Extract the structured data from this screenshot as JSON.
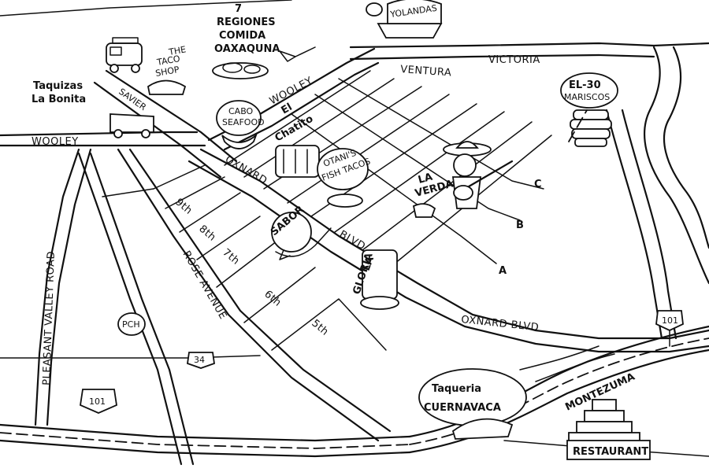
{
  "streets": {
    "wooley_west": "WOOLEY",
    "wooley_east": "WOOLEY",
    "saviers": "SAVIER",
    "ventura": "VENTURA",
    "victoria": "VICTORIA",
    "oxnard_upper": "OXNARD",
    "oxnard_blvd": "BLVD",
    "oxnard_blvd_lower": "OXNARD BLVD",
    "rose_avenue": "ROSE AVENUE",
    "pleasant_valley_road": "PLEASANT VALLEY ROAD",
    "ninth": "9th",
    "eighth": "8th",
    "seventh": "7th",
    "sixth": "6th",
    "fifth": "5th",
    "a": "A",
    "b": "B",
    "c": "C"
  },
  "shields": {
    "pch": "PCH",
    "route34": "34",
    "us101_west": "101",
    "us101_east": "101"
  },
  "places": {
    "siete_regiones": {
      "line1": "7",
      "line2": "REGIONES",
      "line3": "COMIDA",
      "line4": "OAXAQUNA"
    },
    "yolandas": "YOLANDAS",
    "taco_shop": {
      "line1": "THE",
      "line2": "TACO",
      "line3": "SHOP"
    },
    "taquizas": {
      "line1": "Taquizas",
      "line2": "La Bonita"
    },
    "cabo_seafood": {
      "line1": "CABO",
      "line2": "SEAFOOD"
    },
    "el_chatito": {
      "line1": "El",
      "line2": "Chatito"
    },
    "otanis": {
      "line1": "OTANI'S",
      "line2": "FISH TACOS"
    },
    "la_verdad": {
      "line1": "LA",
      "line2": "VERDAD"
    },
    "el_30": {
      "line1": "EL-30",
      "line2": "MARISCOS"
    },
    "sabor": "SABOR",
    "la_gloria": {
      "line1": "LA",
      "line2": "GLORIA"
    },
    "cuernavaca": {
      "line1": "Taqueria",
      "line2": "CUERNAVACA"
    },
    "montezuma": {
      "line1": "MONTEZUMA",
      "line2": "RESTAURANT"
    }
  }
}
